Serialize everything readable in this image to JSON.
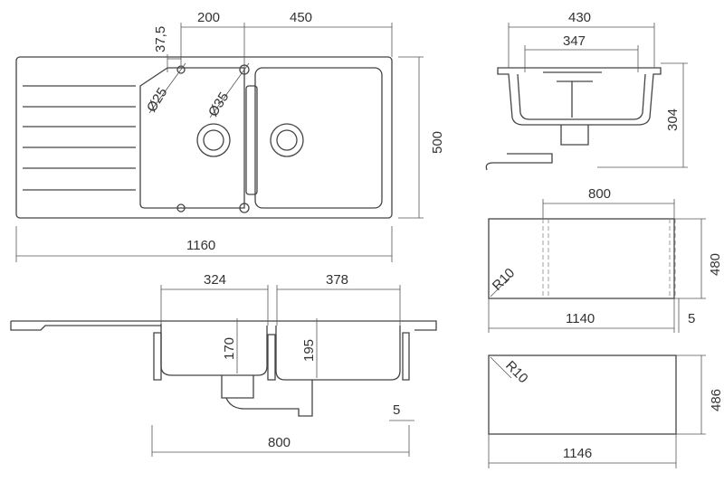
{
  "top_view": {
    "d1": "37,5",
    "d2": "200",
    "d3": "450",
    "hole1": "Ø25",
    "hole2": "Ø35",
    "height": "500",
    "width": "1160"
  },
  "side_view": {
    "outer": "430",
    "inner": "347",
    "depth": "304"
  },
  "cutout1": {
    "width": "800",
    "height": "480",
    "radius": "R10",
    "total": "1140",
    "margin": "5"
  },
  "cutout2": {
    "radius": "R10",
    "height": "486",
    "width": "1146"
  },
  "section_view": {
    "bowl1": "324",
    "bowl2": "378",
    "depth1": "170",
    "depth2": "195",
    "edge": "5",
    "width": "800"
  }
}
